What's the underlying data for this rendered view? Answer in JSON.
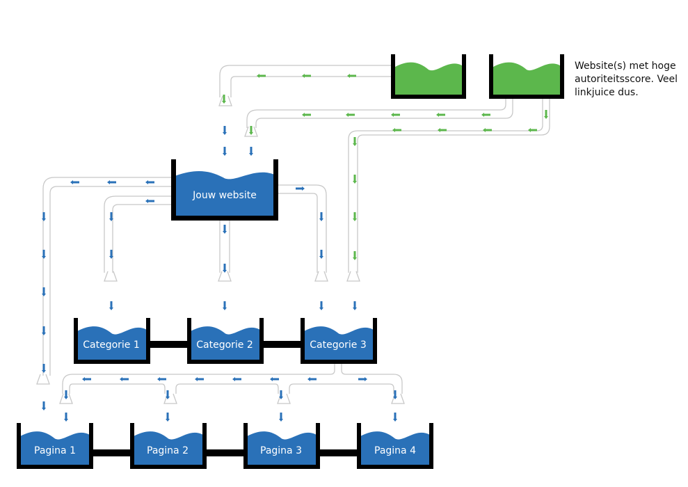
{
  "colors": {
    "site_water": "#2a71b8",
    "external_water": "#5cb74c",
    "tank_wall": "#000000",
    "pipe": "#c8c8c8",
    "blue_arrow": "#2a71b8",
    "green_arrow": "#5cb74c"
  },
  "note": "Website(s) met hoge autoriteitsscore. Veel linkjuice dus.",
  "tanks": {
    "external_1": {
      "label": "",
      "fill": "green"
    },
    "external_2": {
      "label": "",
      "fill": "green"
    },
    "main": {
      "label": "Jouw website",
      "fill": "blue"
    },
    "categories": [
      {
        "label": "Categorie 1"
      },
      {
        "label": "Categorie 2"
      },
      {
        "label": "Categorie 3"
      }
    ],
    "pages": [
      {
        "label": "Pagina 1"
      },
      {
        "label": "Pagina 2"
      },
      {
        "label": "Pagina 3"
      },
      {
        "label": "Pagina 4"
      }
    ]
  },
  "flows": [
    {
      "from": "external_1",
      "to": "main",
      "color": "green"
    },
    {
      "from": "external_2",
      "to": "main",
      "color": "green"
    },
    {
      "from": "external_2",
      "to": "Categorie 3",
      "color": "green"
    },
    {
      "from": "main",
      "to": "Pagina 1",
      "color": "blue"
    },
    {
      "from": "main",
      "to": "Categorie 1",
      "color": "blue"
    },
    {
      "from": "main",
      "to": "Categorie 2",
      "color": "blue"
    },
    {
      "from": "main",
      "to": "Categorie 3",
      "color": "blue"
    },
    {
      "from": "Categorie 3",
      "to": "Pagina 1",
      "color": "blue"
    },
    {
      "from": "Categorie 3",
      "to": "Pagina 2",
      "color": "blue"
    },
    {
      "from": "Categorie 3",
      "to": "Pagina 3",
      "color": "blue"
    },
    {
      "from": "Categorie 3",
      "to": "Pagina 4",
      "color": "blue"
    }
  ]
}
